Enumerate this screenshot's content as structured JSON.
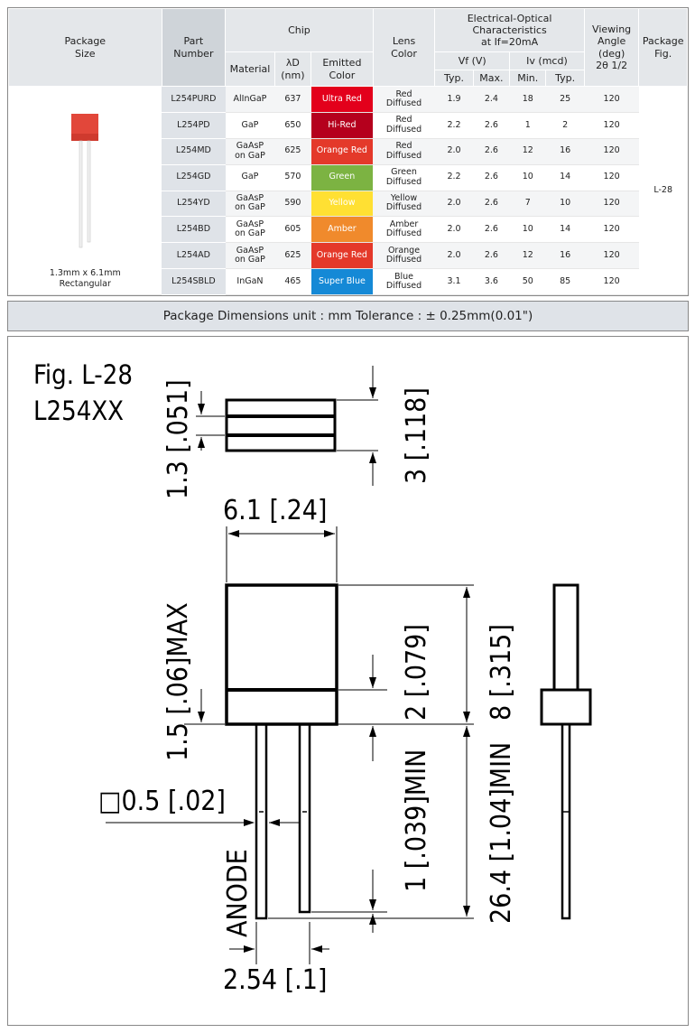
{
  "header": {
    "package_size": "Package\nSize",
    "part_number": "Part\nNumber",
    "chip": "Chip",
    "material": "Material",
    "lambda": "λD\n(nm)",
    "emitted": "Emitted\nColor",
    "lens": "Lens\nColor",
    "eo": "Electrical-Optical\nCharacteristics\nat If=20mA",
    "vf": "Vf (V)",
    "iv": "Iv (mcd)",
    "typ": "Typ.",
    "max": "Max.",
    "min": "Min.",
    "typ2": "Typ.",
    "viewing": "Viewing\nAngle\n(deg)\n2θ 1/2",
    "pkg_fig": "Package\nFig."
  },
  "package": {
    "caption": "1.3mm x 6.1mm\nRectangular",
    "fig": "L-28"
  },
  "rows": [
    {
      "pn": "L254PURD",
      "mat": "AlInGaP",
      "wl": "637",
      "color": "Ultra Red",
      "color_hex": "#e3001b",
      "lens": "Red\nDiffused",
      "vf_typ": "1.9",
      "vf_max": "2.4",
      "iv_min": "18",
      "iv_typ": "25",
      "angle": "120"
    },
    {
      "pn": "L254PD",
      "mat": "GaP",
      "wl": "650",
      "color": "Hi-Red",
      "color_hex": "#b5001d",
      "lens": "Red\nDiffused",
      "vf_typ": "2.2",
      "vf_max": "2.6",
      "iv_min": "1",
      "iv_typ": "2",
      "angle": "120"
    },
    {
      "pn": "L254MD",
      "mat": "GaAsP\non GaP",
      "wl": "625",
      "color": "Orange Red",
      "color_hex": "#e4392a",
      "lens": "Red\nDiffused",
      "vf_typ": "2.0",
      "vf_max": "2.6",
      "iv_min": "12",
      "iv_typ": "16",
      "angle": "120"
    },
    {
      "pn": "L254GD",
      "mat": "GaP",
      "wl": "570",
      "color": "Green",
      "color_hex": "#7cb342",
      "lens": "Green\nDiffused",
      "vf_typ": "2.2",
      "vf_max": "2.6",
      "iv_min": "10",
      "iv_typ": "14",
      "angle": "120"
    },
    {
      "pn": "L254YD",
      "mat": "GaAsP\non GaP",
      "wl": "590",
      "color": "Yellow",
      "color_hex": "#ffe033",
      "lens": "Yellow\nDiffused",
      "vf_typ": "2.0",
      "vf_max": "2.6",
      "iv_min": "7",
      "iv_typ": "10",
      "angle": "120"
    },
    {
      "pn": "L254BD",
      "mat": "GaAsP\non GaP",
      "wl": "605",
      "color": "Amber",
      "color_hex": "#f08a2c",
      "lens": "Amber\nDiffused",
      "vf_typ": "2.0",
      "vf_max": "2.6",
      "iv_min": "10",
      "iv_typ": "14",
      "angle": "120"
    },
    {
      "pn": "L254AD",
      "mat": "GaAsP\non GaP",
      "wl": "625",
      "color": "Orange Red",
      "color_hex": "#e4392a",
      "lens": "Orange\nDiffused",
      "vf_typ": "2.0",
      "vf_max": "2.6",
      "iv_min": "12",
      "iv_typ": "16",
      "angle": "120"
    },
    {
      "pn": "L254SBLD",
      "mat": "InGaN",
      "wl": "465",
      "color": "Super Blue",
      "color_hex": "#1589d6",
      "lens": "Blue\nDiffused",
      "vf_typ": "3.1",
      "vf_max": "3.6",
      "iv_min": "50",
      "iv_typ": "85",
      "angle": "120"
    }
  ],
  "dims_bar": "Package Dimensions   unit : mm  Tolerance : ± 0.25mm(0.01\")",
  "drawing": {
    "fig_title": "Fig. L-28",
    "part": "L254XX",
    "d_13": "1.3 [.051]",
    "d_3": "3 [.118]",
    "d_61": "6.1  [.24]",
    "d_15": "1.5 [.06]MAX",
    "d_2": "2 [.079]",
    "d_8": "8 [.315]",
    "d_05": "□0.5 [.02]",
    "d_1": "1 [.039]MIN",
    "d_264": "26.4 [1.04]MIN",
    "anode": "ANODE",
    "d_254": "2.54  [.1]"
  }
}
